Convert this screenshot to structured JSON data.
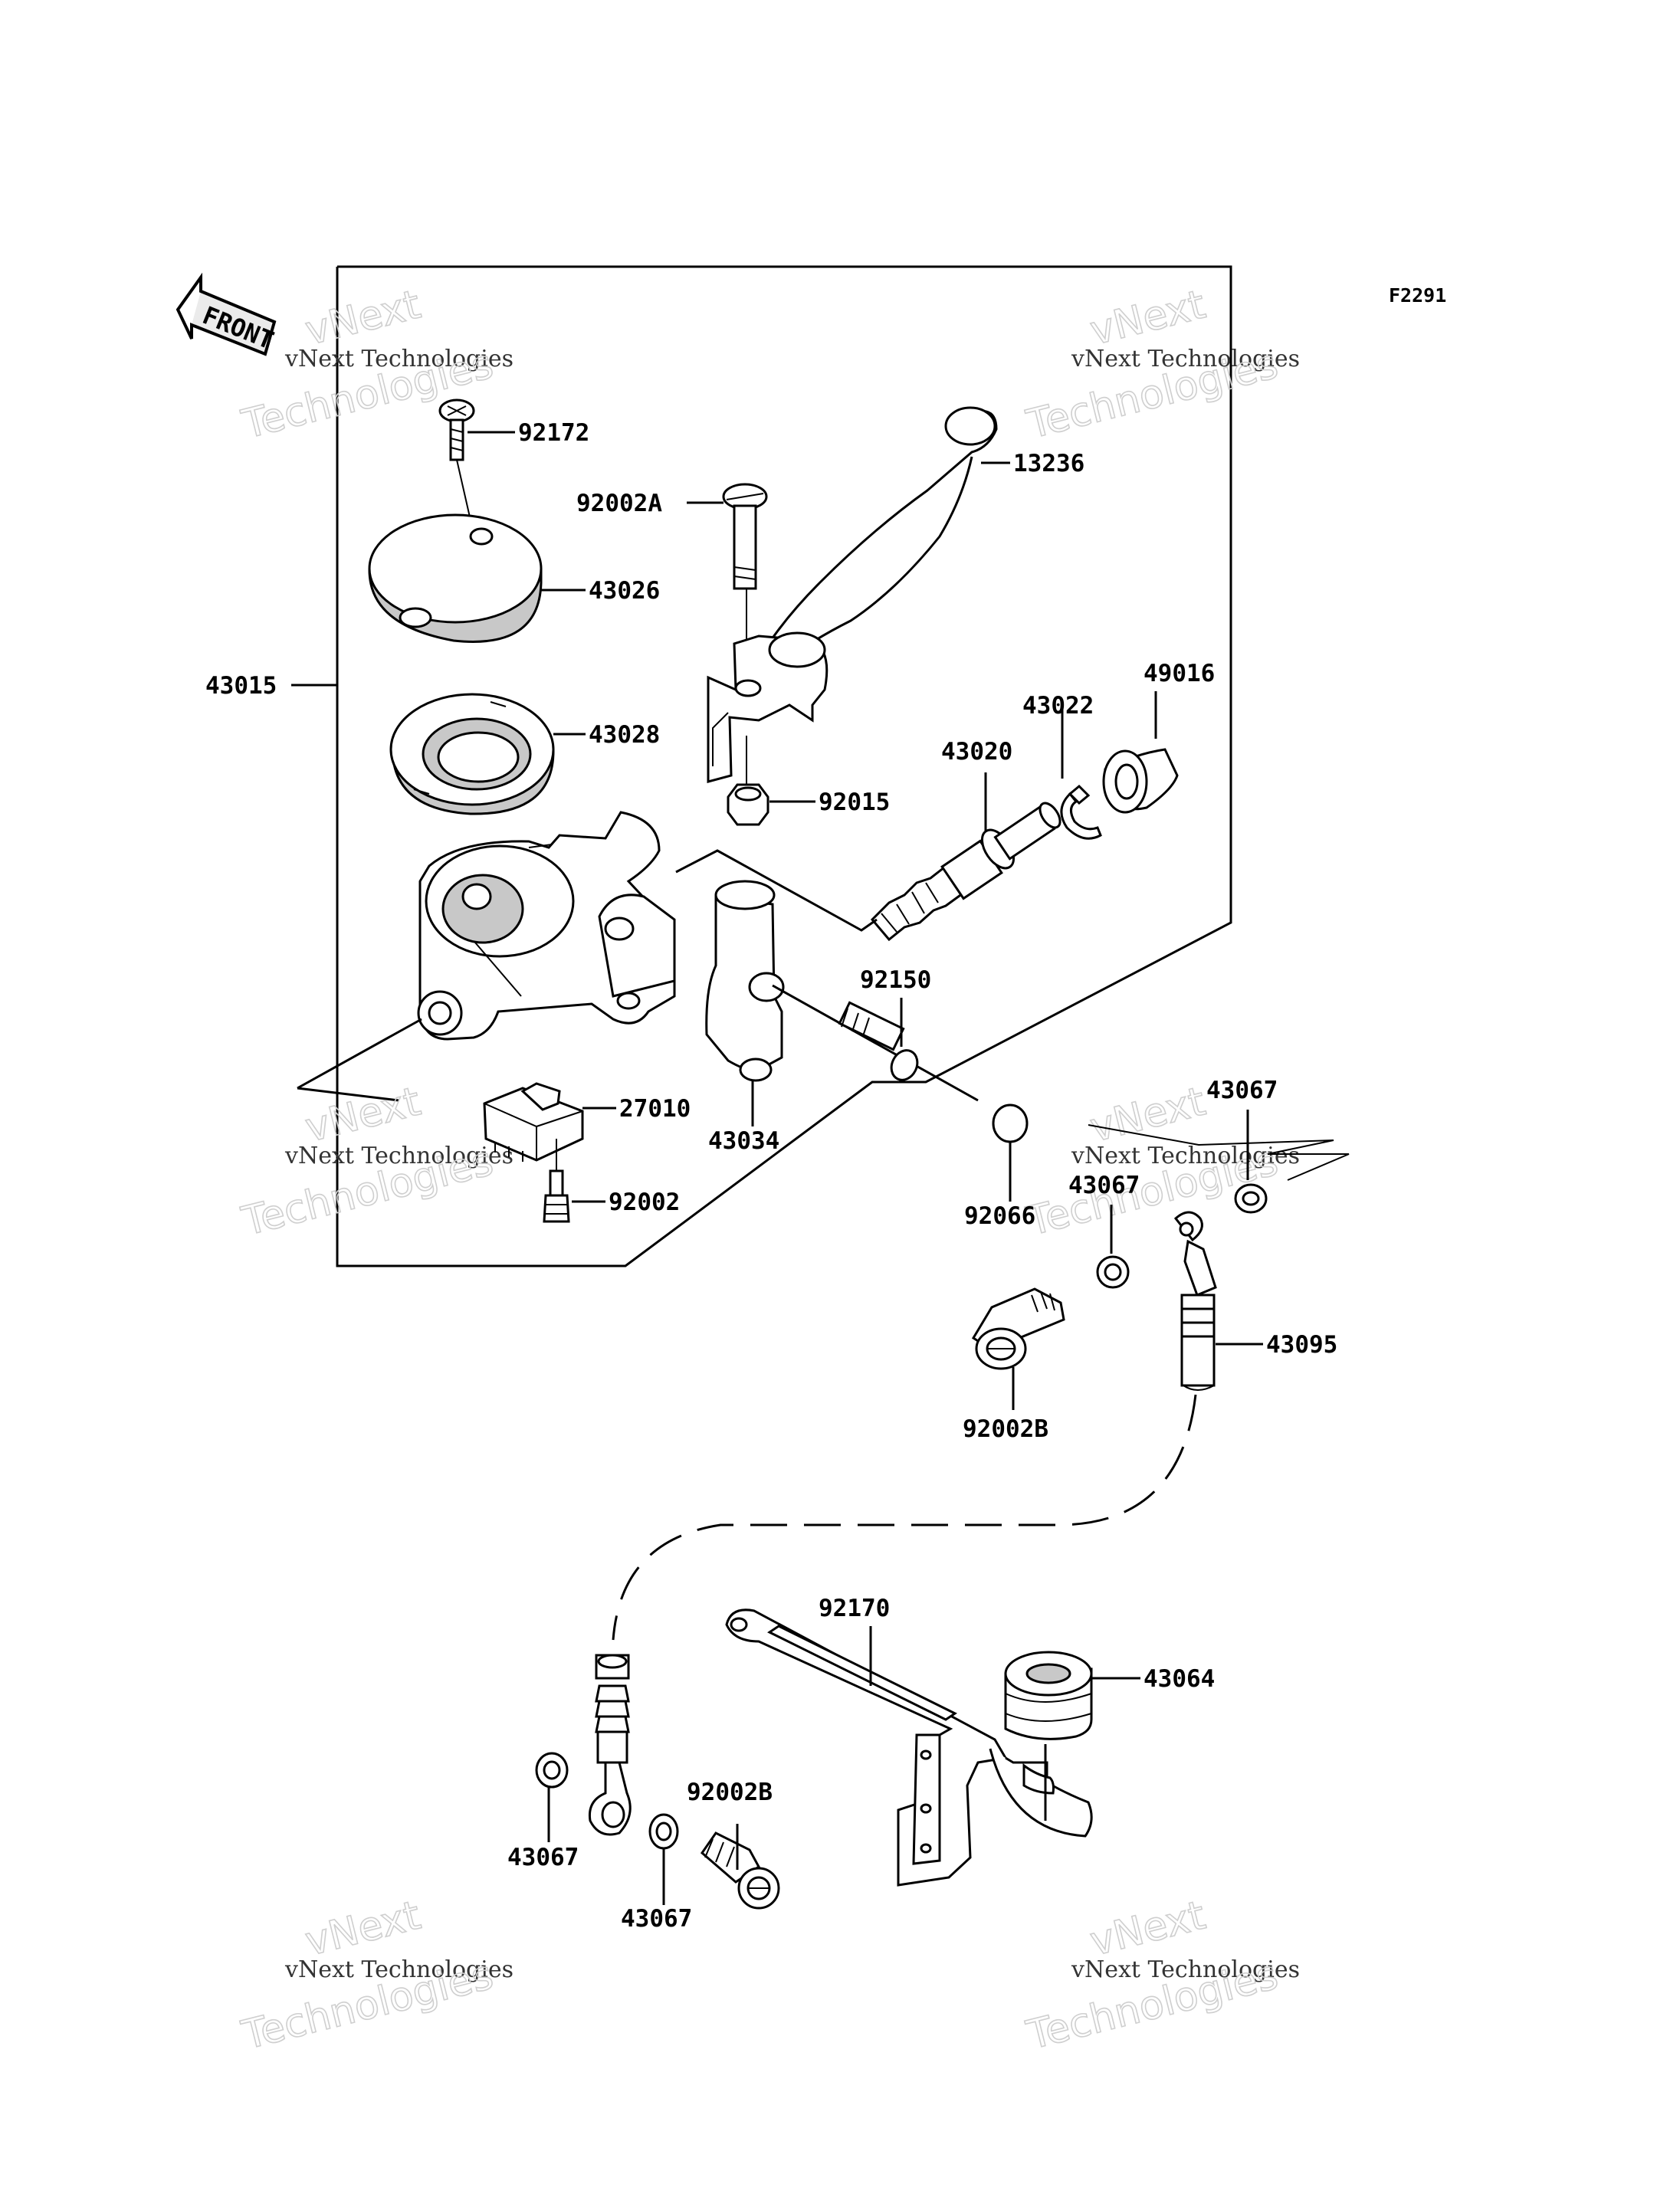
{
  "diagram_code": "F2291",
  "front_arrow": {
    "label": "FRONT",
    "icon": "front-arrow-icon"
  },
  "watermarks": [
    {
      "line1": "vNext Technologies",
      "line2": "vNext",
      "line3": "Technologies"
    },
    {
      "line1": "vNext Technologies",
      "line2": "vNext",
      "line3": "Technologies"
    },
    {
      "line1": "vNext Technologies",
      "line2": "vNext",
      "line3": "Technologies"
    },
    {
      "line1": "vNext Technologies",
      "line2": "vNext",
      "line3": "Technologies"
    },
    {
      "line1": "vNext Technologies",
      "line2": "vNext",
      "line3": "Technologies"
    },
    {
      "line1": "vNext Technologies",
      "line2": "vNext",
      "line3": "Technologies"
    }
  ],
  "parts": {
    "p92172": "92172",
    "p43026": "43026",
    "p43015": "43015",
    "p43028": "43028",
    "p92002A": "92002A",
    "p13236": "13236",
    "p92015": "92015",
    "p43020": "43020",
    "p43022": "43022",
    "p49016": "49016",
    "p92150": "92150",
    "p43034": "43034",
    "p27010": "27010",
    "p92002": "92002",
    "p92066": "92066",
    "p43067_a": "43067",
    "p43067_b": "43067",
    "p43095": "43095",
    "p92002B_a": "92002B",
    "p92170": "92170",
    "p43064": "43064",
    "p92002B_b": "92002B",
    "p43067_c": "43067",
    "p43067_d": "43067"
  }
}
